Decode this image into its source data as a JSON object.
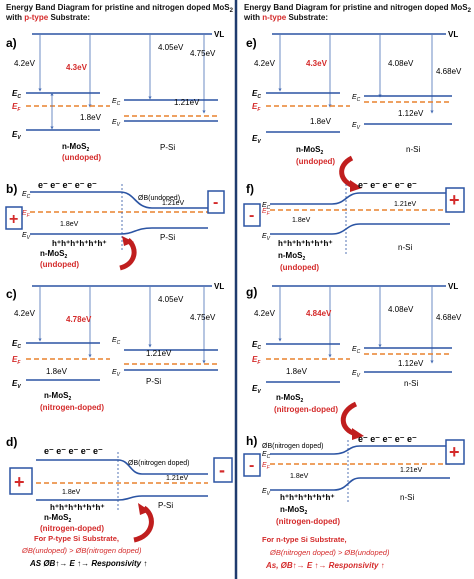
{
  "colors": {
    "band": "#2b54a3",
    "fermi": "#e8822e",
    "highlight": "#d42a2a",
    "divider": "#1f3b6e",
    "text": "#111111",
    "arrow": "#c01e1e"
  },
  "left": {
    "title_line1": "Energy Band Diagram for pristine and nitrogen doped MoS",
    "title_line2_pre": "with ",
    "title_line2_substrate": "p-type",
    "title_line2_post": " Substrate:",
    "panel_a": {
      "label": "a)",
      "vl": "VL",
      "e_mos2": "4.2eV",
      "phi_mos2": "4.3eV",
      "e_si": "4.05eV",
      "phi_si": "4.75eV",
      "gap_si": "1.21eV",
      "gap_mos2": "1.8eV",
      "ec": "E",
      "ef": "E",
      "ev": "E",
      "mos2_name": "n-MoS",
      "mos2_state": "(undoped)",
      "si_name": "P-Si"
    },
    "panel_b": {
      "label": "b)",
      "electrons": "e⁻  e⁻  e⁻  e⁻  e⁻",
      "barrier": "ØB(undoped)",
      "gap_si": "1.21eV",
      "gap_mos2": "1.8eV",
      "holes": "h⁺h⁺h⁺h⁺h⁺h⁺",
      "mos2_name": "n-MoS",
      "mos2_state": "(undoped)",
      "si_name": "P-Si",
      "plus": "+",
      "minus": "-"
    },
    "panel_c": {
      "label": "c)",
      "vl": "VL",
      "e_mos2": "4.2eV",
      "phi_mos2": "4.78eV",
      "e_si": "4.05eV",
      "phi_si": "4.75eV",
      "gap_si": "1.21eV",
      "gap_mos2": "1.8eV",
      "mos2_name": "n-MoS",
      "mos2_state": "(nitrogen-doped)",
      "si_name": "P-Si"
    },
    "panel_d": {
      "label": "d)",
      "electrons": "e⁻  e⁻  e⁻  e⁻  e⁻",
      "barrier": "ØB(nitrogen doped)",
      "gap_si": "1.21eV",
      "gap_mos2": "1.8eV",
      "holes": "h⁺h⁺h⁺h⁺h⁺h⁺",
      "mos2_name": "n-MoS",
      "mos2_state": "(nitrogen-doped)",
      "si_name": "P-Si",
      "plus": "+",
      "minus": "-",
      "note_line1": "For P-type Si Substrate,",
      "note_line2": "ØB(undoped) > ØB(nitrogen doped)",
      "note_line3": "AS ØB↑→ E ↑→ Responsivity ↑"
    }
  },
  "right": {
    "title_line1": "Energy Band Diagram for pristine and nitrogen doped MoS",
    "title_line2_pre": "with ",
    "title_line2_substrate": "n-type",
    "title_line2_post": " Substrate:",
    "panel_e": {
      "label": "e)",
      "vl": "VL",
      "e_mos2": "4.2eV",
      "phi_mos2": "4.3eV",
      "e_si": "4.08eV",
      "phi_si": "4.68eV",
      "gap_si": "1.12eV",
      "gap_mos2": "1.8eV",
      "mos2_name": "n-MoS",
      "mos2_state": "(undoped)",
      "si_name": "n-Si"
    },
    "panel_f": {
      "label": "f)",
      "electrons": "e⁻  e⁻  e⁻  e⁻  e⁻",
      "gap_si": "1.21eV",
      "gap_mos2": "1.8eV",
      "holes": "h⁺h⁺h⁺h⁺h⁺h⁺",
      "mos2_name": "n-MoS",
      "mos2_state": "(undoped)",
      "si_name": "n-Si",
      "plus": "+",
      "minus": "-"
    },
    "panel_g": {
      "label": "g)",
      "vl": "VL",
      "e_mos2": "4.2eV",
      "phi_mos2": "4.84eV",
      "e_si": "4.08eV",
      "phi_si": "4.68eV",
      "gap_si": "1.12eV",
      "gap_mos2": "1.8eV",
      "mos2_name": "n-MoS",
      "mos2_state": "(nitrogen-doped)",
      "si_name": "n-Si"
    },
    "panel_h": {
      "label": "h)",
      "electrons": "e⁻  e⁻  e⁻  e⁻  e⁻",
      "barrier": "ØB(nitrogen doped)",
      "gap_si": "1.21eV",
      "gap_mos2": "1.8eV",
      "holes": "h⁺h⁺h⁺h⁺h⁺h⁺",
      "mos2_name": "n-MoS",
      "mos2_state": "(nitrogen-doped)",
      "si_name": "n-Si",
      "plus": "+",
      "minus": "-",
      "note_line1": "For n-type Si Substrate,",
      "note_line2": "ØB(nitrogen doped) > ØB(undoped)",
      "note_line3": "As, ØB↑→ E ↑→ Responsivity ↑"
    }
  }
}
